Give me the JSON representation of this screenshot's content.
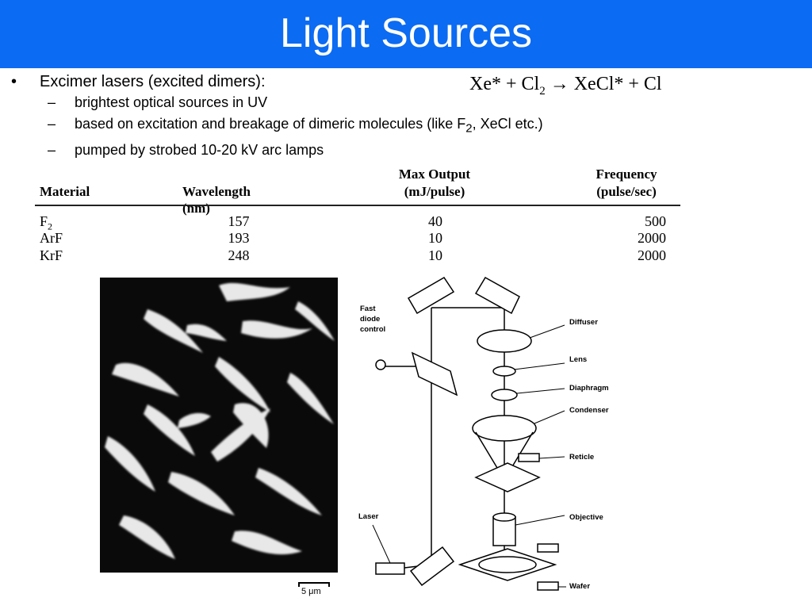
{
  "slide": {
    "title": "Light Sources"
  },
  "bullets": {
    "main": "Excimer lasers (excited dimers):",
    "sub1": "brightest optical sources in UV",
    "sub2_before": "based on excitation and breakage of dimeric molecules (like F",
    "sub2_sub": "2",
    "sub2_after": ", XeCl etc.)",
    "sub3": "pumped by strobed 10-20 kV arc lamps"
  },
  "equation": {
    "left": "Xe* + Cl",
    "left_sub": "2",
    "arrow": "→",
    "right": "XeCl* + Cl"
  },
  "table": {
    "headers": {
      "material": "Material",
      "wavelength": "Wavelength (nm)",
      "output_line1": "Max Output",
      "output_line2": "(mJ/pulse)",
      "frequency_line1": "Frequency",
      "frequency_line2": "(pulse/sec)"
    },
    "rows": [
      {
        "material": "F",
        "material_sub": "2",
        "wavelength": "157",
        "output": "40",
        "frequency": "500"
      },
      {
        "material": "ArF",
        "material_sub": "",
        "wavelength": "193",
        "output": "10",
        "frequency": "2000"
      },
      {
        "material": "KrF",
        "material_sub": "",
        "wavelength": "248",
        "output": "10",
        "frequency": "2000"
      }
    ]
  },
  "micrograph": {
    "scale_label": "5 μm"
  },
  "diagram": {
    "labels": {
      "fast_diode_1": "Fast",
      "fast_diode_2": "diode",
      "fast_diode_3": "control",
      "diffuser": "Diffuser",
      "lens": "Lens",
      "diaphragm": "Diaphragm",
      "condenser": "Condenser",
      "reticle": "Reticle",
      "objective": "Objective",
      "laser": "Laser",
      "wafer": "Wafer"
    }
  },
  "colors": {
    "title_bar": "#0b6bf2",
    "title_text": "#ffffff"
  }
}
